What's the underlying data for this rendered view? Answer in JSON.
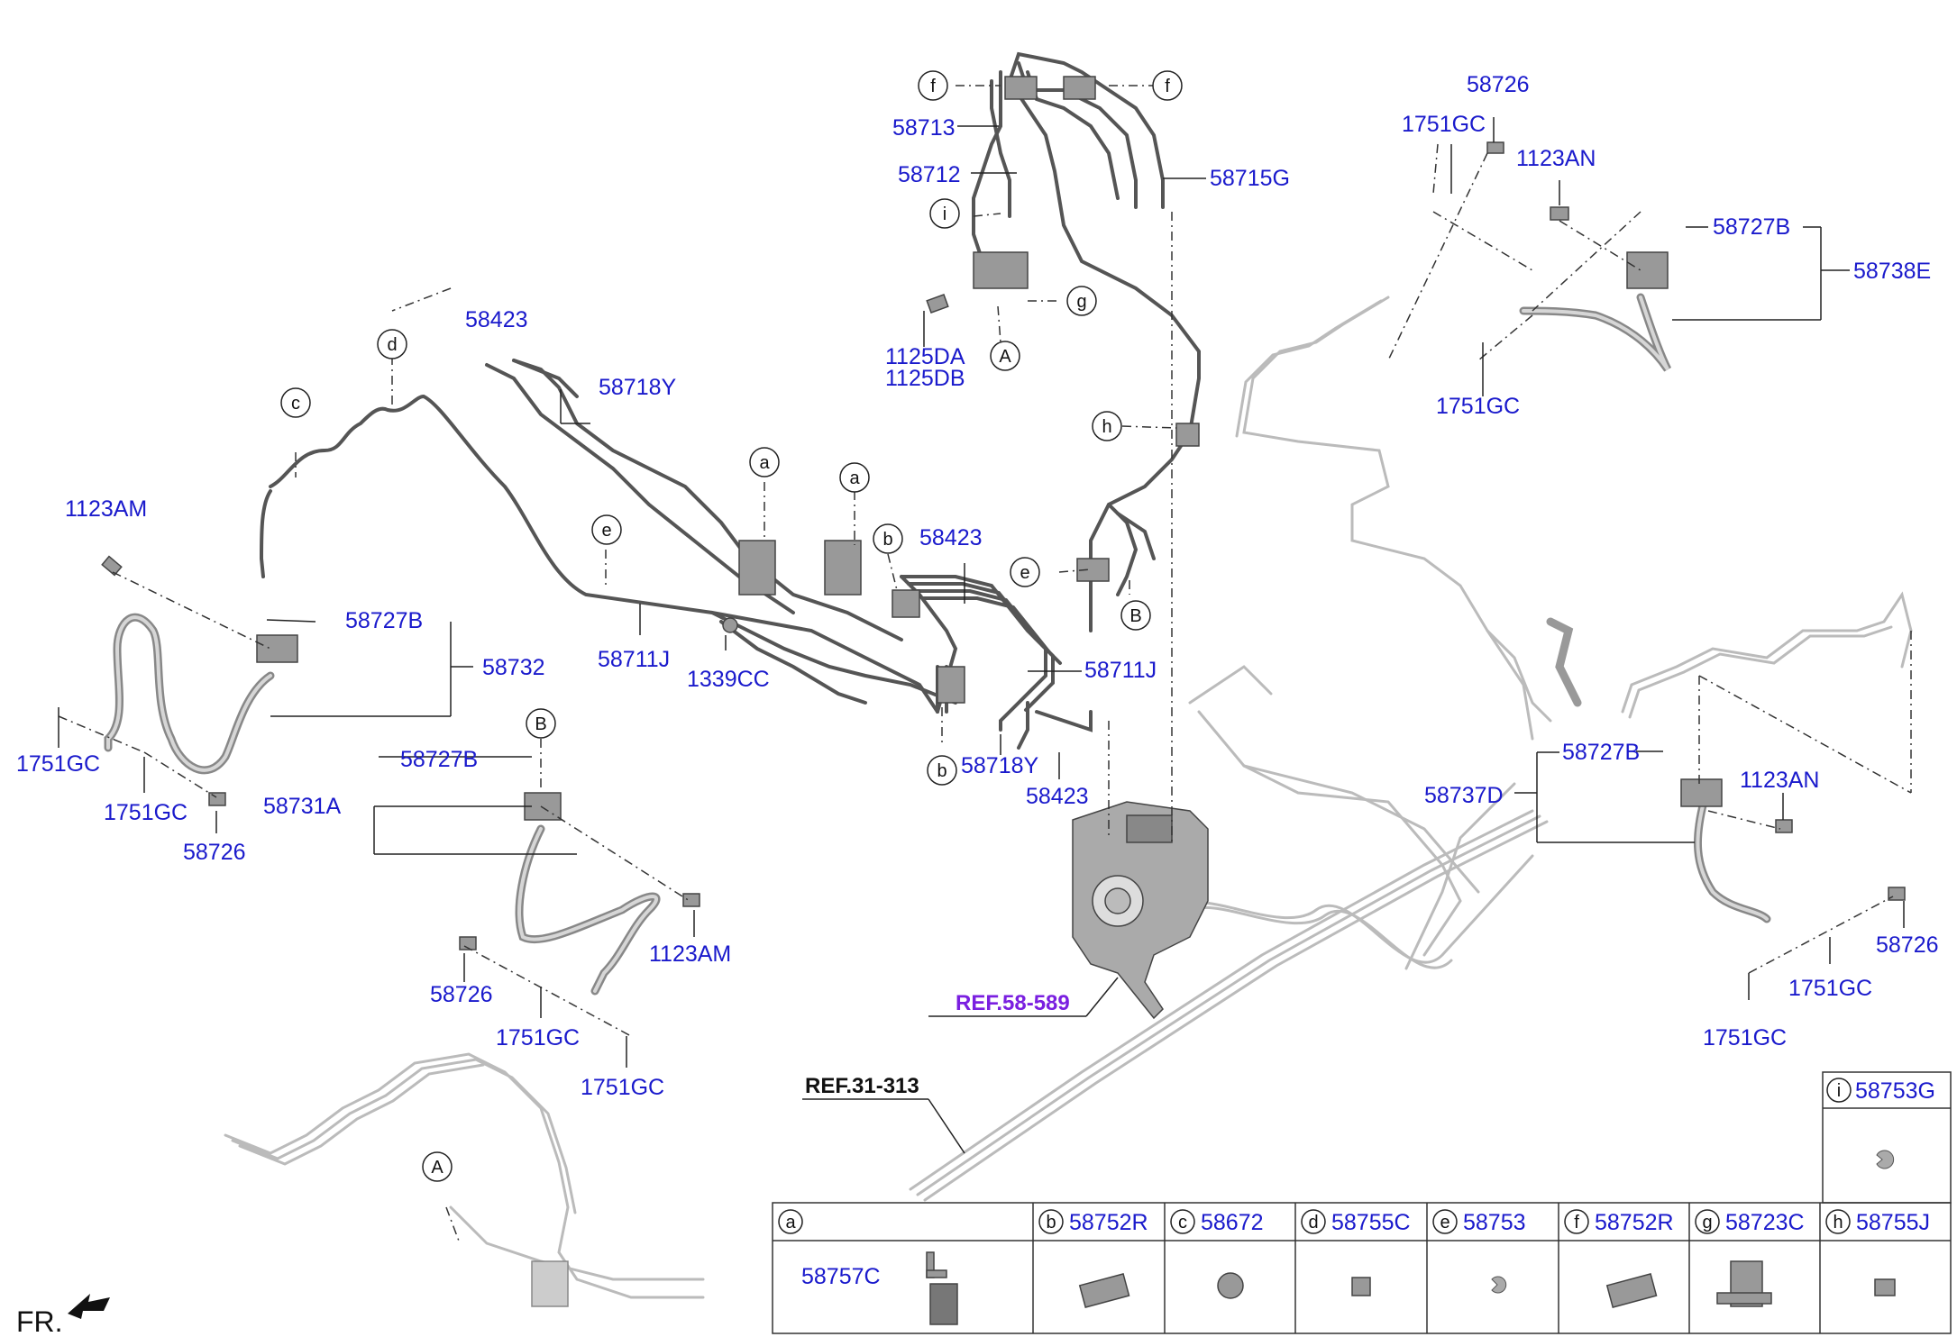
{
  "labels": {
    "p58713": "58713",
    "p58712": "58712",
    "p58715g": "58715G",
    "p1125da": "1125DA",
    "p1125db": "1125DB",
    "p58423_a": "58423",
    "p58718y_a": "58718Y",
    "p1123am_a": "1123AM",
    "p58727b_a": "58727B",
    "p58732": "58732",
    "p1751gc_a": "1751GC",
    "p1751gc_b": "1751GC",
    "p58726_a": "58726",
    "p58711j_a": "58711J",
    "p1339cc": "1339CC",
    "p58423_b": "58423",
    "p58711j_b": "58711J",
    "p58718y_b": "58718Y",
    "p58423_c": "58423",
    "p58727b_b": "58727B",
    "p58731a": "58731A",
    "p1123am_b": "1123AM",
    "p58726_b": "58726",
    "p1751gc_c": "1751GC",
    "p1751gc_d": "1751GC",
    "p58726_c": "58726",
    "p1751gc_e": "1751GC",
    "p1123an_a": "1123AN",
    "p58727b_c": "58727B",
    "p58738e": "58738E",
    "p1751gc_f": "1751GC",
    "p58727b_d": "58727B",
    "p58737d": "58737D",
    "p1123an_b": "1123AN",
    "p58726_d": "58726",
    "p1751gc_g": "1751GC",
    "p1751gc_h": "1751GC"
  },
  "refs": {
    "ref58": "REF.58-589",
    "ref31": "REF.31-313"
  },
  "callouts": {
    "f1": "f",
    "f2": "f",
    "i": "i",
    "g": "g",
    "A1": "A",
    "h": "h",
    "e1": "e",
    "B1": "B",
    "c": "c",
    "d": "d",
    "e2": "e",
    "a1": "a",
    "a2": "a",
    "b1": "b",
    "b2": "b",
    "B2": "B",
    "A2": "A"
  },
  "front_label": "FR.",
  "legend": {
    "top": {
      "letter": "i",
      "part": "58753G"
    },
    "cells": [
      {
        "letter": "a",
        "part": "",
        "sub": "58757C"
      },
      {
        "letter": "b",
        "part": "58752R"
      },
      {
        "letter": "c",
        "part": "58672"
      },
      {
        "letter": "d",
        "part": "58755C"
      },
      {
        "letter": "e",
        "part": "58753"
      },
      {
        "letter": "f",
        "part": "58752R"
      },
      {
        "letter": "g",
        "part": "58723C"
      },
      {
        "letter": "h",
        "part": "58755J"
      }
    ]
  },
  "colors": {
    "part_number": "#1a1acc",
    "ref_purple": "#7a1fe0",
    "ref_black": "#111111"
  }
}
